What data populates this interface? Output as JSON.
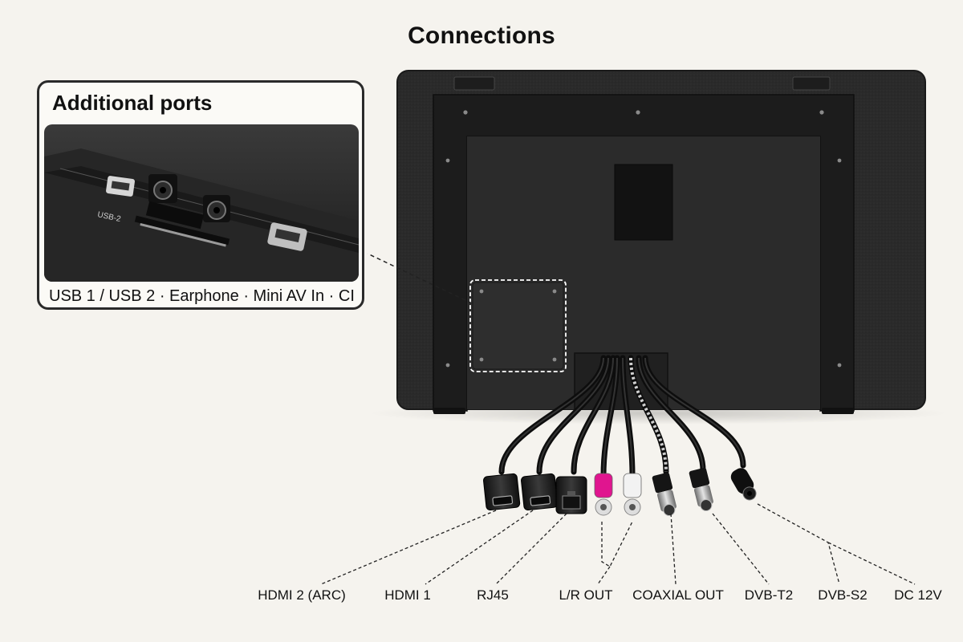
{
  "title": "Connections",
  "callout": {
    "title": "Additional ports",
    "caption": "USB 1 / USB 2 · Earphone · Mini AV In · CI",
    "photo_label": "USB-2"
  },
  "connectors": [
    {
      "label": "HDMI 2 (ARC)",
      "icon": "hdmi-port-icon"
    },
    {
      "label": "HDMI 1",
      "icon": "hdmi-port-icon"
    },
    {
      "label": "RJ45",
      "icon": "ethernet-port-icon"
    },
    {
      "label": "L/R OUT",
      "icon": "rca-plug-icon"
    },
    {
      "label": "COAXIAL OUT",
      "icon": "coax-plug-icon"
    },
    {
      "label": "DVB-T2",
      "icon": "antenna-plug-icon"
    },
    {
      "label": "DVB-S2",
      "icon": "satellite-plug-icon"
    },
    {
      "label": "DC 12V",
      "icon": "dc-barrel-plug-icon"
    }
  ],
  "colors": {
    "background": "#f5f3ee",
    "device_body": "#262626",
    "rca_left": "#e0158f",
    "rca_right": "#f2f2f2"
  }
}
